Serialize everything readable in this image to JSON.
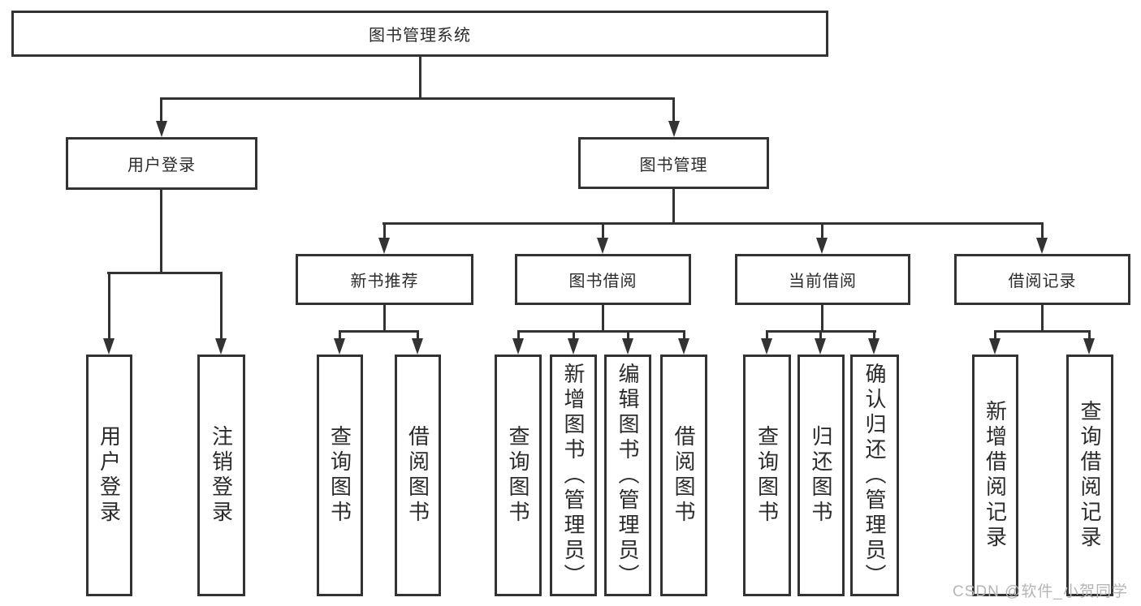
{
  "root": {
    "label": "图书管理系统"
  },
  "branches": [
    {
      "label": "用户登录",
      "leaves": [
        "用户登录",
        "注销登录"
      ]
    },
    {
      "label": "图书管理",
      "groups": [
        {
          "label": "新书推荐",
          "leaves": [
            "查询图书",
            "借阅图书"
          ]
        },
        {
          "label": "图书借阅",
          "leaves": [
            "查询图书",
            "新增图书（管理员）",
            "编辑图书（管理员）",
            "借阅图书"
          ]
        },
        {
          "label": "当前借阅",
          "leaves": [
            "查询图书",
            "归还图书",
            "确认归还（管理员）"
          ]
        },
        {
          "label": "借阅记录",
          "leaves": [
            "新增借阅记录",
            "查询借阅记录"
          ]
        }
      ]
    }
  ],
  "watermark": "CSDN @软件_小贺同学",
  "colors": {
    "line": "#333333",
    "text": "#2b2b2b",
    "watermark": "#b5b5b5",
    "background": "#ffffff"
  }
}
